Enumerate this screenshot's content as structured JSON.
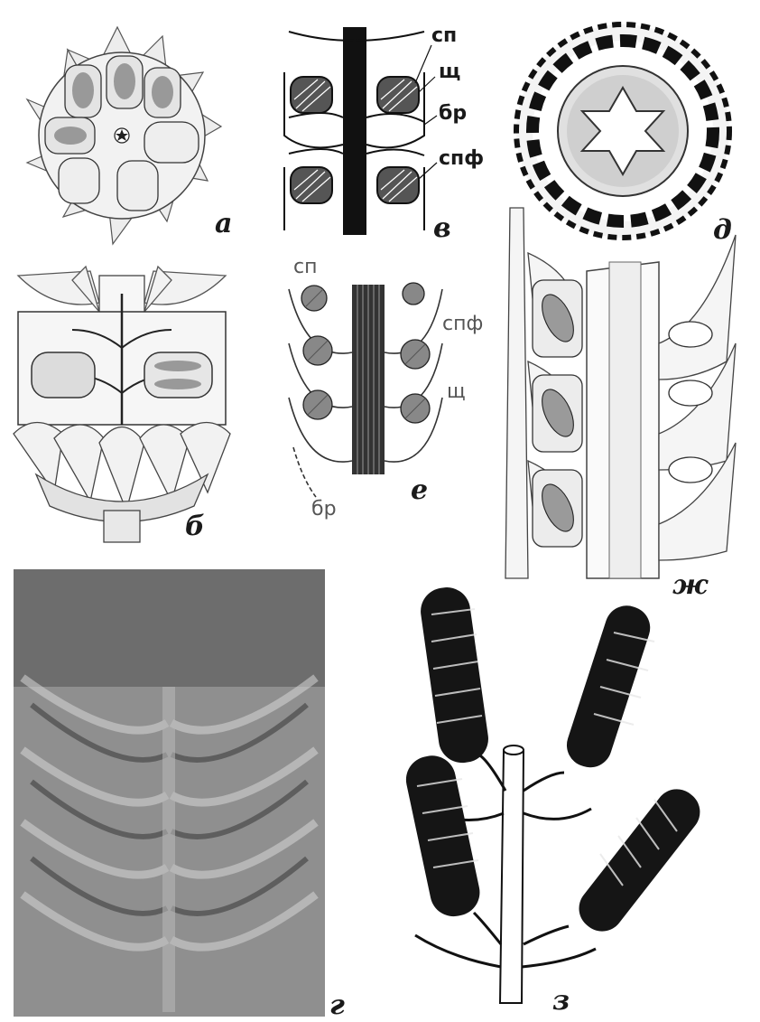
{
  "panels": {
    "a": {
      "letter": "а"
    },
    "b": {
      "letter": "б"
    },
    "v": {
      "letter": "в",
      "labels": {
        "sp": "сп",
        "shch": "щ",
        "br": "бр",
        "spf": "спф"
      }
    },
    "g": {
      "letter": "г"
    },
    "d": {
      "letter": "д"
    },
    "e": {
      "letter": "е",
      "labels": {
        "sp": "сп",
        "spf": "спф",
        "shch": "щ",
        "br": "бр"
      }
    },
    "zh": {
      "letter": "ж"
    },
    "z": {
      "letter": "з"
    }
  },
  "colors": {
    "ink": "#1a1a1a",
    "paper": "#ffffff",
    "photo_gray": "#8a8a8a",
    "shade": "#cfcfcf"
  }
}
